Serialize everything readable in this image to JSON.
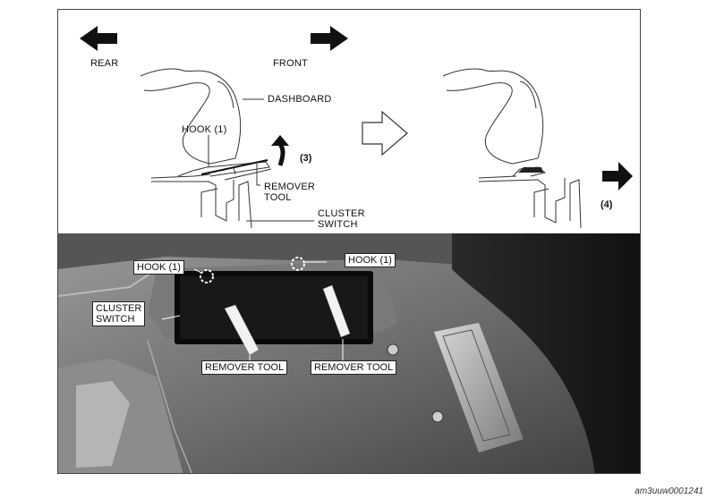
{
  "diagram": {
    "labels": {
      "rear": "REAR",
      "front": "FRONT",
      "dashboard": "DASHBOARD",
      "hook_top": "HOOK (1)",
      "step_3": "(3)",
      "remover_tool_line1": "REMOVER",
      "remover_tool_line2": "TOOL",
      "cluster_switch_line1": "CLUSTER",
      "cluster_switch_line2": "SWITCH",
      "step_4": "(4)"
    },
    "photo_labels": {
      "hook_left": "HOOK (1)",
      "hook_right": "HOOK (1)",
      "cluster_switch_line1": "CLUSTER",
      "cluster_switch_line2": "SWITCH",
      "remover_tool_left": "REMOVER TOOL",
      "remover_tool_right": "REMOVER TOOL"
    },
    "figure_code": "am3uuw0001241",
    "icons": [
      "arrow-left-icon",
      "arrow-right-icon",
      "hollow-arrow-icon",
      "curved-arrow-icon"
    ]
  }
}
